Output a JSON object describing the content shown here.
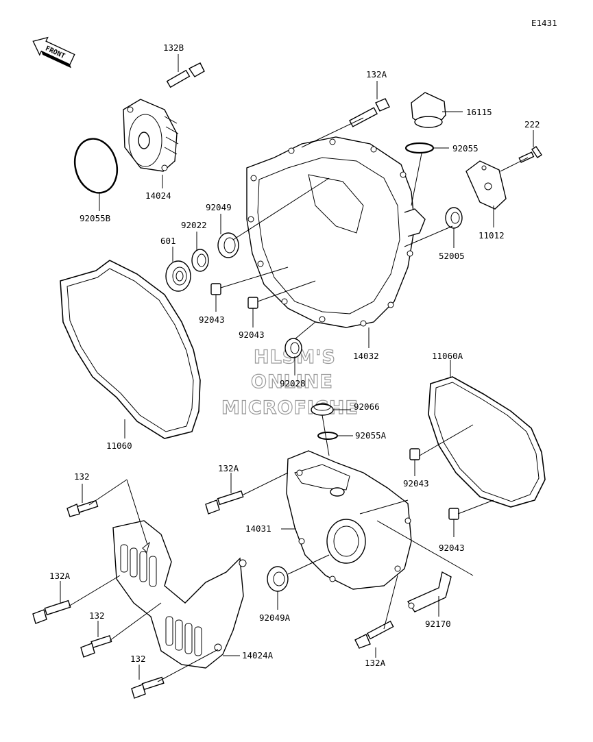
{
  "figure_code": "E1431",
  "front_label": "FRONT",
  "watermark": [
    "HLSM'S",
    "ONLINE",
    "MICROFICHE"
  ],
  "callouts": [
    {
      "id": "132b",
      "text": "132B"
    },
    {
      "id": "14024",
      "text": "14024"
    },
    {
      "id": "92055b",
      "text": "92055B"
    },
    {
      "id": "132a-top",
      "text": "132A"
    },
    {
      "id": "16115",
      "text": "16115"
    },
    {
      "id": "222",
      "text": "222"
    },
    {
      "id": "92055",
      "text": "92055"
    },
    {
      "id": "11012",
      "text": "11012"
    },
    {
      "id": "92049",
      "text": "92049"
    },
    {
      "id": "92022",
      "text": "92022"
    },
    {
      "id": "601",
      "text": "601"
    },
    {
      "id": "52005",
      "text": "52005"
    },
    {
      "id": "92043-a",
      "text": "92043"
    },
    {
      "id": "92043-b",
      "text": "92043"
    },
    {
      "id": "14032",
      "text": "14032"
    },
    {
      "id": "92028",
      "text": "92028"
    },
    {
      "id": "11060a",
      "text": "11060A"
    },
    {
      "id": "92066",
      "text": "92066"
    },
    {
      "id": "92055a",
      "text": "92055A"
    },
    {
      "id": "11060",
      "text": "11060"
    },
    {
      "id": "132-a",
      "text": "132"
    },
    {
      "id": "132a-mid",
      "text": "132A"
    },
    {
      "id": "92043-c",
      "text": "92043"
    },
    {
      "id": "14031",
      "text": "14031"
    },
    {
      "id": "92043-d",
      "text": "92043"
    },
    {
      "id": "132a-left",
      "text": "132A"
    },
    {
      "id": "132-b",
      "text": "132"
    },
    {
      "id": "92049a",
      "text": "92049A"
    },
    {
      "id": "92170",
      "text": "92170"
    },
    {
      "id": "132-c",
      "text": "132"
    },
    {
      "id": "14024a",
      "text": "14024A"
    },
    {
      "id": "132a-bottom",
      "text": "132A"
    }
  ]
}
